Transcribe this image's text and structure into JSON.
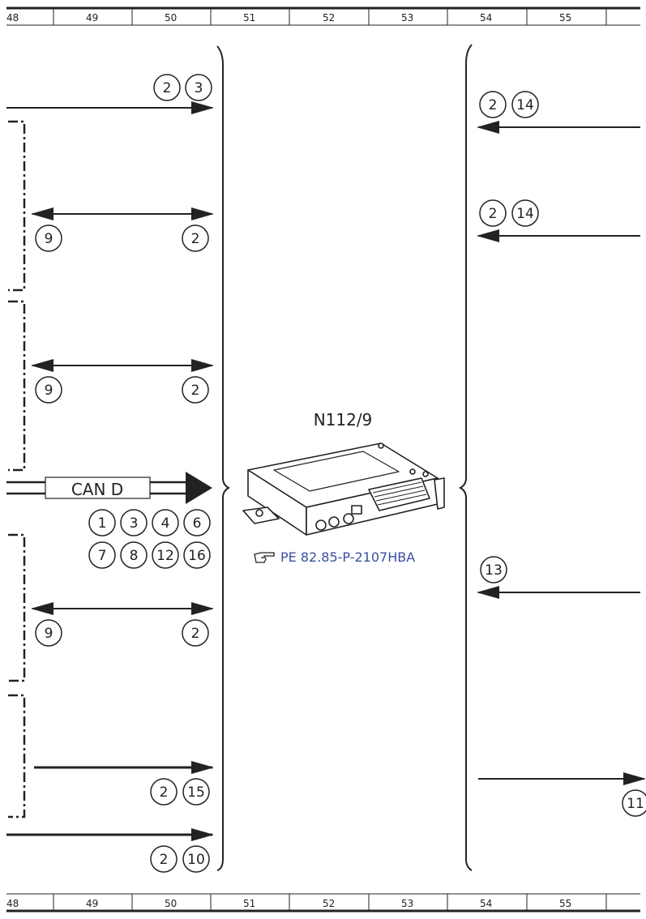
{
  "ruler": {
    "labels": [
      "48",
      "49",
      "50",
      "51",
      "52",
      "53",
      "54",
      "55"
    ]
  },
  "module": {
    "name": "N112/9",
    "reference": "PE 82.85-P-2107HBA",
    "reference_icon": "pointing-hand-icon"
  },
  "bus": {
    "label": "CAN D",
    "markers": [
      "1",
      "3",
      "4",
      "6",
      "7",
      "8",
      "12",
      "16"
    ]
  },
  "left_signals": [
    {
      "markers": [
        "2",
        "3"
      ]
    },
    {
      "markers": [
        "9",
        "2"
      ]
    },
    {
      "markers": [
        "9",
        "2"
      ]
    },
    {
      "markers": [
        "9",
        "2"
      ]
    },
    {
      "markers": [
        "2",
        "15"
      ]
    },
    {
      "markers": [
        "2",
        "10"
      ]
    }
  ],
  "right_signals": [
    {
      "markers": [
        "2",
        "14"
      ]
    },
    {
      "markers": [
        "2",
        "14"
      ]
    },
    {
      "markers": [
        "13"
      ]
    },
    {
      "markers": [
        "11"
      ]
    }
  ],
  "colors": {
    "line": "#222222",
    "reference": "#3a4fa0"
  }
}
